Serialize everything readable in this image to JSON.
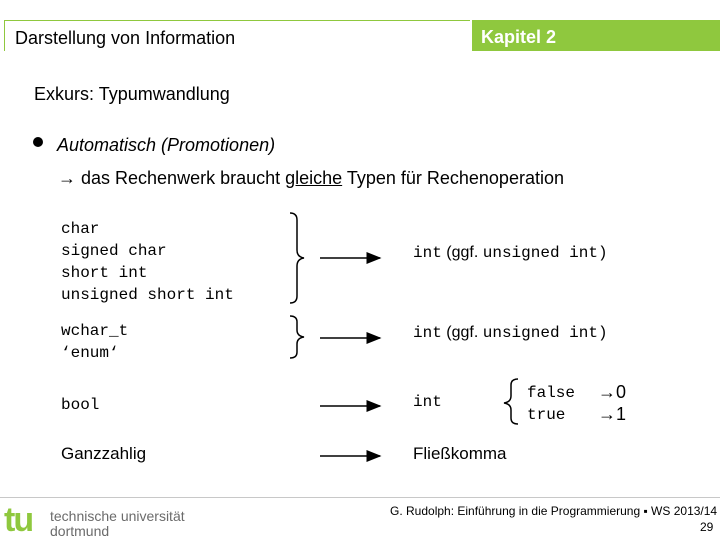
{
  "header": {
    "title": "Darstellung von Information",
    "chapter": "Kapitel 2",
    "accent_color": "#8fc83e"
  },
  "section_title": "Exkurs: Typumwandlung",
  "bullet": {
    "text": "Automatisch (Promotionen)",
    "explain_prefix": "→ das Rechenwerk braucht ",
    "explain_underlined": "gleiche",
    "explain_suffix": " Typen für Rechenoperation"
  },
  "conversions": [
    {
      "sources": [
        "char",
        "signed char",
        "short int",
        "unsigned short int"
      ],
      "target_code_1": "int",
      "target_note": "(ggf.",
      "target_code_2": "unsigned int)"
    },
    {
      "sources": [
        "wchar_t",
        "‘enum‘"
      ],
      "target_code_1": "int",
      "target_note": "(ggf.",
      "target_code_2": "unsigned int)"
    },
    {
      "sources": [
        "bool"
      ],
      "target_code_1": "int",
      "bool_mapping": [
        {
          "key": "false",
          "arrow": "→",
          "value": "0"
        },
        {
          "key": "true",
          "arrow": "→",
          "value": "1"
        }
      ]
    },
    {
      "sources": [
        "Ganzzahlig"
      ],
      "target": "Fließkomma"
    }
  ],
  "footer": {
    "logo_letters": "tu",
    "logo_line1": "technische universität",
    "logo_line2": "dortmund",
    "credit": "G. Rudolph: Einführung in die Programmierung ▪ WS 2013/14",
    "page": "29"
  }
}
